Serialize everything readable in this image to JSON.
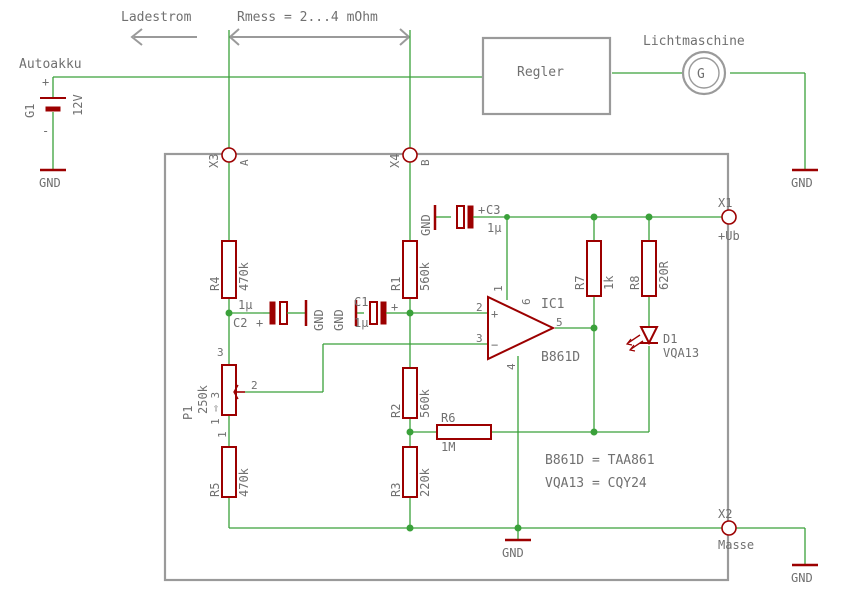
{
  "header": {
    "charging_current": "Ladestrom",
    "rmess": "Rmess = 2...4 mOhm"
  },
  "battery": {
    "title": "Autoakku",
    "ref": "G1",
    "value": "12V",
    "plus": "+",
    "minus": "-"
  },
  "regulator": {
    "label": "Regler"
  },
  "alternator": {
    "title": "Lichtmaschine",
    "symbol": "G"
  },
  "ground": {
    "label": "GND"
  },
  "connectors": {
    "x1": {
      "ref": "X1",
      "label": "+Ub"
    },
    "x2": {
      "ref": "X2",
      "label": "Masse"
    },
    "x3": {
      "ref": "X3",
      "pin": "A"
    },
    "x4": {
      "ref": "X4",
      "pin": "B"
    }
  },
  "resistors": {
    "r1": {
      "ref": "R1",
      "value": "560k"
    },
    "r2": {
      "ref": "R2",
      "value": "560k"
    },
    "r3": {
      "ref": "R3",
      "value": "220k"
    },
    "r4": {
      "ref": "R4",
      "value": "470k"
    },
    "r5": {
      "ref": "R5",
      "value": "470k"
    },
    "r6": {
      "ref": "R6",
      "value": "1M"
    },
    "r7": {
      "ref": "R7",
      "value": "1k"
    },
    "r8": {
      "ref": "R8",
      "value": "620R"
    }
  },
  "capacitors": {
    "c1": {
      "ref": "C1",
      "value": "1µ",
      "plus": "+"
    },
    "c2": {
      "ref": "C2",
      "value": "1µ",
      "plus": "+"
    },
    "c3": {
      "ref": "C3",
      "value": "1µ",
      "plus": "+"
    }
  },
  "potentiometer": {
    "ref": "P1",
    "value": "250k",
    "pin1": "1",
    "pin2": "2",
    "pin3": "3",
    "pin_arrow": "1 ⇨ 3"
  },
  "opamp": {
    "ref": "IC1",
    "type": "B861D",
    "pin_plus": "2",
    "pin_minus": "3",
    "pin_out": "5",
    "pin_top1": "1",
    "pin_top6": "6",
    "pin_bottom": "4",
    "sign_plus": "+",
    "sign_minus": "−"
  },
  "led": {
    "ref": "D1",
    "type": "VQA13"
  },
  "notes": {
    "line1": "B861D = TAA861",
    "line2": "VQA13 = CQY24"
  }
}
